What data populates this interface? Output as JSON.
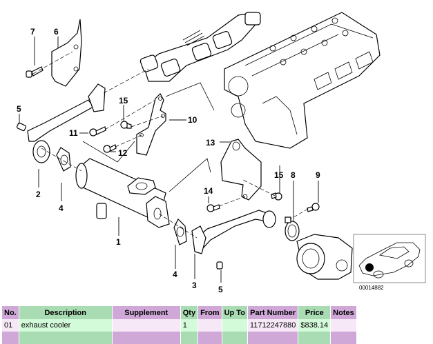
{
  "diagram": {
    "callouts": [
      "7",
      "6",
      "5",
      "15",
      "11",
      "10",
      "12",
      "13",
      "2",
      "4",
      "1",
      "14",
      "15",
      "8",
      "9",
      "4",
      "3",
      "5"
    ],
    "inset_id": "00014882"
  },
  "table": {
    "headers": [
      "No.",
      "Description",
      "Supplement",
      "Qty",
      "From",
      "Up To",
      "Part Number",
      "Price",
      "Notes"
    ],
    "header_colors": [
      "#cfa8d8",
      "#a9dcb3"
    ],
    "rows": [
      {
        "no": "01",
        "description": "exhaust cooler",
        "supplement": "",
        "qty": "1",
        "from": "",
        "up_to": "",
        "part_number": "11712247880",
        "price": "$838.14",
        "notes": ""
      }
    ]
  }
}
